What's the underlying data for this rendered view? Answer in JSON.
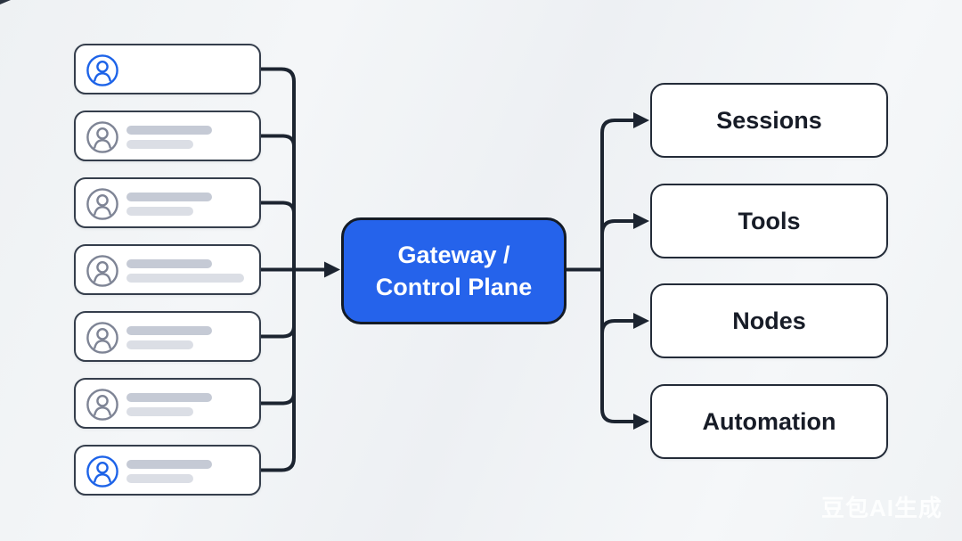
{
  "colors": {
    "background": "#f0f2f5",
    "connector": "#1c2430",
    "node_background": "#ffffff",
    "node_border": "#232b38",
    "accent_blue": "#2563eb",
    "gateway_text": "#ffffff",
    "label_text": "#171c27",
    "icon_blue": "#1d63e8",
    "icon_gray": "#7e8495",
    "placeholder_dark": "#c5cad5",
    "placeholder_light": "#dbdee5"
  },
  "center_node": {
    "label": "Gateway / Control Plane",
    "label_lines": [
      "Gateway /",
      "Control Plane"
    ]
  },
  "left_panel": {
    "items": [
      {
        "icon": "user-icon",
        "icon_style": "blue",
        "placeholder_lines": []
      },
      {
        "icon": "user-icon",
        "icon_style": "gray",
        "placeholder_lines": [
          96,
          75
        ]
      },
      {
        "icon": "user-icon",
        "icon_style": "gray",
        "placeholder_lines": [
          96,
          75
        ]
      },
      {
        "icon": "user-icon",
        "icon_style": "gray",
        "placeholder_lines": [
          96,
          132
        ]
      },
      {
        "icon": "user-icon",
        "icon_style": "gray",
        "placeholder_lines": [
          96,
          75
        ]
      },
      {
        "icon": "user-icon",
        "icon_style": "gray",
        "placeholder_lines": [
          96,
          75
        ]
      },
      {
        "icon": "user-icon",
        "icon_style": "blue",
        "placeholder_lines": [
          96,
          75
        ]
      }
    ]
  },
  "right_panel": {
    "items": [
      {
        "label": "Sessions"
      },
      {
        "label": "Tools"
      },
      {
        "label": "Nodes"
      },
      {
        "label": "Automation"
      }
    ]
  },
  "watermark": {
    "text": "豆包AI生成"
  }
}
